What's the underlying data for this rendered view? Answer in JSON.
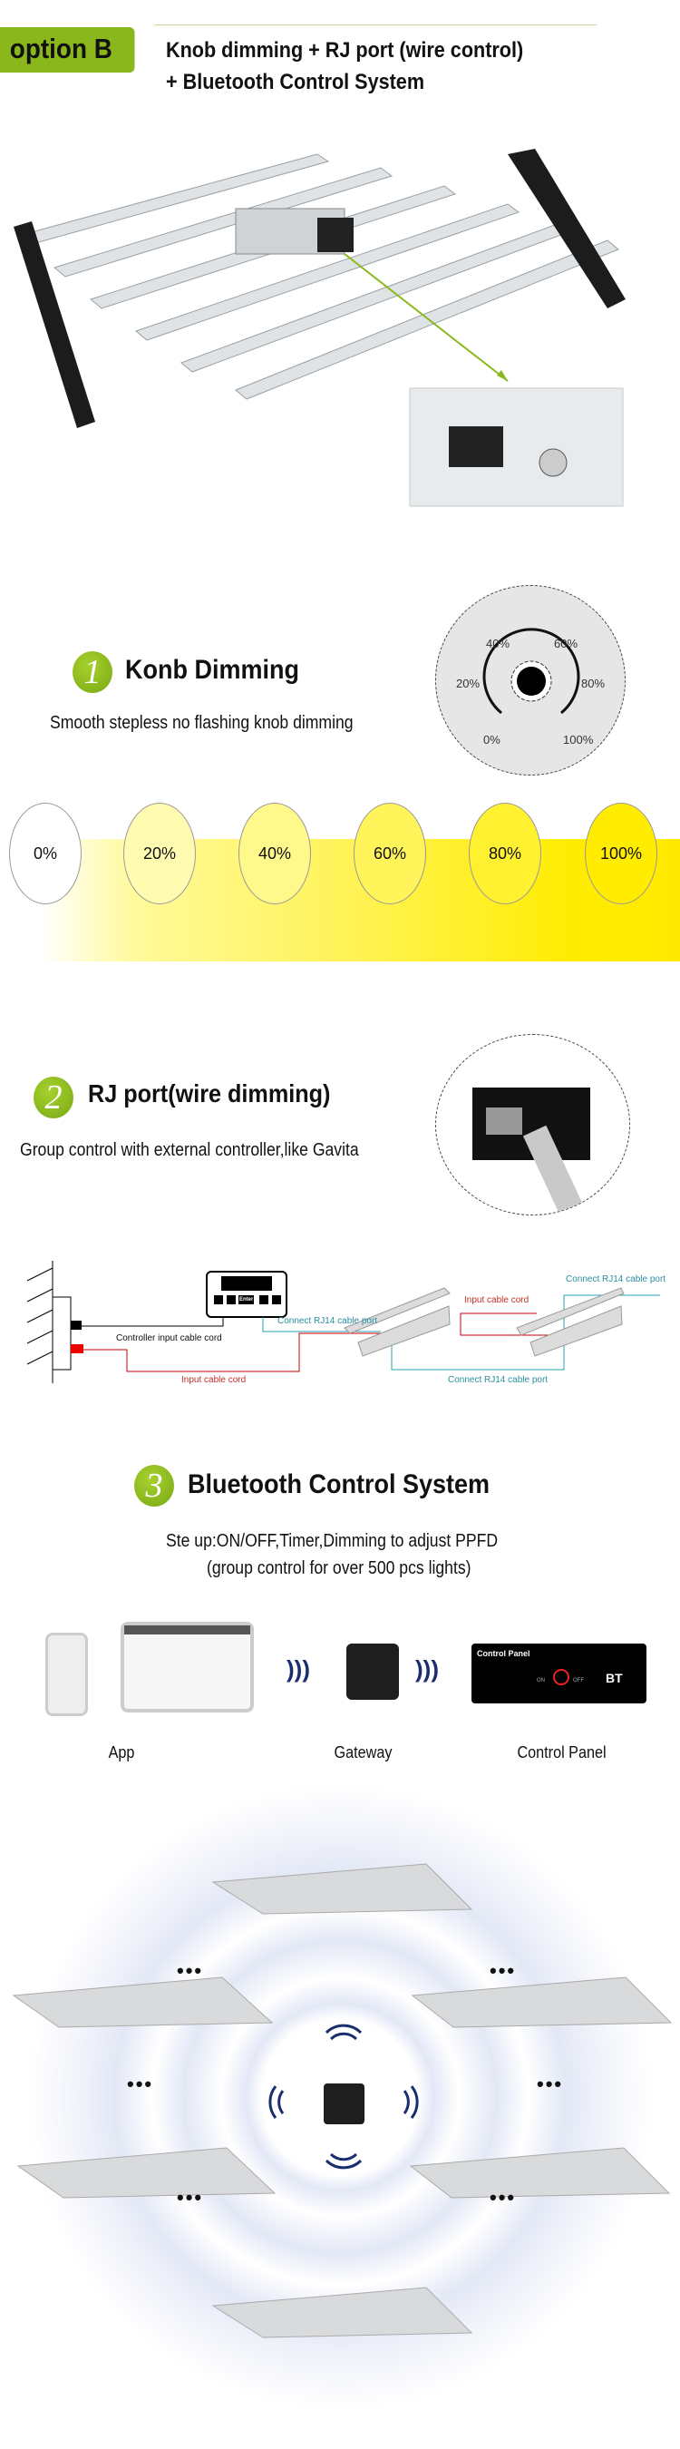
{
  "header": {
    "badge": "option B",
    "line1": "Knob dimming + RJ port (wire control)",
    "line2": "+ Bluetooth Control System",
    "accent": "#8ab81c"
  },
  "section1": {
    "number": "1",
    "title": "Konb Dimming",
    "subtitle": "Smooth stepless no flashing knob dimming",
    "dial_labels": [
      "0%",
      "20%",
      "40%",
      "60%",
      "80%",
      "100%"
    ],
    "levels": [
      "0%",
      "20%",
      "40%",
      "60%",
      "80%",
      "100%"
    ],
    "yellow": "#ffec00"
  },
  "section2": {
    "number": "2",
    "title": "RJ port(wire dimming)",
    "subtitle": "Group control with external controller,like Gavita",
    "diagram": {
      "controller_cord": "Controller input cable cord",
      "input_cord_1": "Input cable cord",
      "input_cord_2": "Input cable cord",
      "rj_port_1": "Connect RJ14 cable port",
      "rj_port_2": "Connect RJ14 cable port",
      "rj_port_3": "Connect RJ14 cable port",
      "controller_button": "Enter"
    }
  },
  "section3": {
    "number": "3",
    "title": "Bluetooth Control System",
    "line1": "Ste up:ON/OFF,Timer,Dimming to adjust PPFD",
    "line2": "(group control for over 500 pcs lights)",
    "devices": [
      {
        "label": "App"
      },
      {
        "label": "Gateway"
      },
      {
        "label": "Control Panel"
      }
    ],
    "panel": {
      "title": "Control Panel",
      "on": "ON",
      "off": "OFF",
      "bt": "BT"
    },
    "signal_color": "#1a2e6e"
  }
}
